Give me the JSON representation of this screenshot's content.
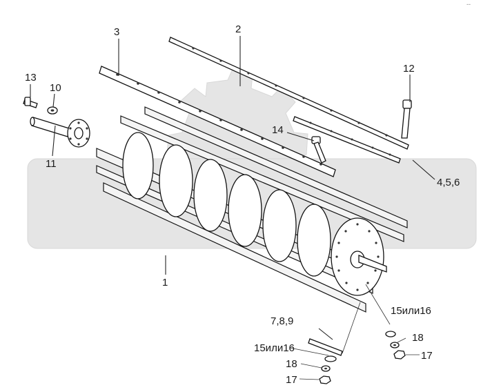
{
  "diagram": {
    "labels": {
      "corner_mark": "--",
      "l1": "1",
      "l2": "2",
      "l3": "3",
      "l456": "4,5,6",
      "l789": "7,8,9",
      "l10": "10",
      "l11": "11",
      "l12": "12",
      "l13": "13",
      "l14": "14",
      "l15a": "15или16",
      "l15b": "15или16",
      "l17a": "17",
      "l17b": "17",
      "l18a": "18",
      "l18b": "18"
    }
  }
}
